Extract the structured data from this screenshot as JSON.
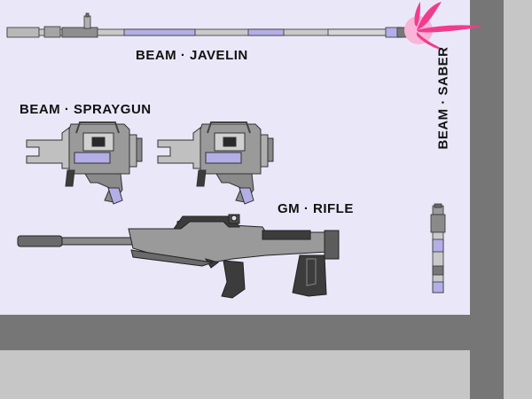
{
  "labels": {
    "javelin": "BEAM · JAVELIN",
    "spraygun": "BEAM · SPRAYGUN",
    "rifle": "GM · RIFLE",
    "saber": "BEAM · SABER"
  },
  "colors": {
    "sheet_background": "#eae8f8",
    "frame_dark": "#767676",
    "frame_light": "#c6c6c6",
    "weapon_grey": "#9a9a9a",
    "weapon_dark": "#3c3c3c",
    "accent_purple": "#b4aee6",
    "beam_pink": "#f03c8c",
    "beam_glow": "#f9b4d8"
  }
}
